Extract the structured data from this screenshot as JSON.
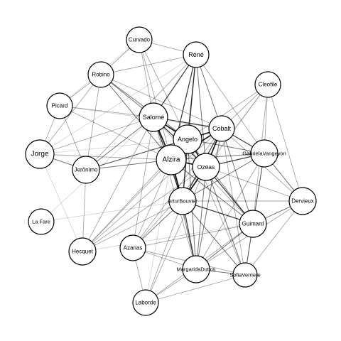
{
  "graph": {
    "type": "network",
    "edge_color": "#000000",
    "node_fill": "#ffffff",
    "node_stroke": "#000000",
    "nodes": [
      {
        "id": "Curvado",
        "label": "Curvado"
      },
      {
        "id": "Rene",
        "label": "René"
      },
      {
        "id": "Robino",
        "label": "Robino"
      },
      {
        "id": "Cleofile",
        "label": "Cleofile"
      },
      {
        "id": "Picard",
        "label": "Picard"
      },
      {
        "id": "Salome",
        "label": "Salomé"
      },
      {
        "id": "Cobalt",
        "label": "Cobalt"
      },
      {
        "id": "Angelo",
        "label": "Angelo"
      },
      {
        "id": "GabrielaVangeyon",
        "label": "GabrielaVangeyon"
      },
      {
        "id": "Jorge",
        "label": "Jorge"
      },
      {
        "id": "Alzira",
        "label": "Alzira"
      },
      {
        "id": "Jeronimo",
        "label": "Jerônimo"
      },
      {
        "id": "Ozeas",
        "label": "Ozéas"
      },
      {
        "id": "ArturBouvier",
        "label": "ArturBouvier"
      },
      {
        "id": "Dervieux",
        "label": "Dervieux"
      },
      {
        "id": "LaFare",
        "label": "La Fare"
      },
      {
        "id": "Guimard",
        "label": "Guimard"
      },
      {
        "id": "Hecquet",
        "label": "Hecquet"
      },
      {
        "id": "Azarias",
        "label": "Azarias"
      },
      {
        "id": "MargaridaDutlos",
        "label": "MargaridaDutlos"
      },
      {
        "id": "SofiaVerriere",
        "label": "SofiaVerriere"
      },
      {
        "id": "Laborde",
        "label": "Laborde"
      }
    ],
    "edges": [
      [
        "Alzira",
        "Angelo",
        5
      ],
      [
        "Alzira",
        "Cobalt",
        5
      ],
      [
        "Alzira",
        "Ozeas",
        5
      ],
      [
        "Alzira",
        "Salome",
        5
      ],
      [
        "Alzira",
        "ArturBouvier",
        5
      ],
      [
        "Angelo",
        "Cobalt",
        5
      ],
      [
        "Angelo",
        "Ozeas",
        5
      ],
      [
        "Angelo",
        "Salome",
        5
      ],
      [
        "Angelo",
        "ArturBouvier",
        4
      ],
      [
        "Cobalt",
        "Ozeas",
        5
      ],
      [
        "Ozeas",
        "ArturBouvier",
        5
      ],
      [
        "Ozeas",
        "GabrielaVangeyon",
        4
      ],
      [
        "Cobalt",
        "GabrielaVangeyon",
        4
      ],
      [
        "Alzira",
        "GabrielaVangeyon",
        3
      ],
      [
        "Salome",
        "Cobalt",
        4
      ],
      [
        "Salome",
        "Ozeas",
        4
      ],
      [
        "Salome",
        "ArturBouvier",
        4
      ],
      [
        "Rene",
        "Salome",
        4
      ],
      [
        "Rene",
        "Angelo",
        4
      ],
      [
        "Rene",
        "Alzira",
        4
      ],
      [
        "Rene",
        "Ozeas",
        3
      ],
      [
        "Rene",
        "Cobalt",
        3
      ],
      [
        "Robino",
        "Salome",
        3
      ],
      [
        "Robino",
        "Alzira",
        3
      ],
      [
        "Robino",
        "Angelo",
        3
      ],
      [
        "Robino",
        "Rene",
        2
      ],
      [
        "Robino",
        "Curvado",
        2
      ],
      [
        "Curvado",
        "Rene",
        2
      ],
      [
        "Curvado",
        "Salome",
        2
      ],
      [
        "Curvado",
        "Alzira",
        2
      ],
      [
        "Curvado",
        "Picard",
        1
      ],
      [
        "Picard",
        "Robino",
        2
      ],
      [
        "Picard",
        "Salome",
        2
      ],
      [
        "Picard",
        "Jeronimo",
        2
      ],
      [
        "Picard",
        "Alzira",
        2
      ],
      [
        "Jorge",
        "Picard",
        2
      ],
      [
        "Jorge",
        "Jeronimo",
        3
      ],
      [
        "Jorge",
        "Robino",
        2
      ],
      [
        "Jorge",
        "Salome",
        2
      ],
      [
        "Jorge",
        "Alzira",
        2
      ],
      [
        "Jorge",
        "Hecquet",
        1
      ],
      [
        "Jeronimo",
        "Salome",
        3
      ],
      [
        "Jeronimo",
        "Alzira",
        3
      ],
      [
        "Jeronimo",
        "Robino",
        2
      ],
      [
        "Jeronimo",
        "Angelo",
        3
      ],
      [
        "Jeronimo",
        "Hecquet",
        2
      ],
      [
        "Jeronimo",
        "Rene",
        2
      ],
      [
        "Jeronimo",
        "Cobalt",
        2
      ],
      [
        "Cleofile",
        "Cobalt",
        2
      ],
      [
        "Cleofile",
        "GabrielaVangeyon",
        2
      ],
      [
        "Cleofile",
        "Dervieux",
        2
      ],
      [
        "Cleofile",
        "Ozeas",
        2
      ],
      [
        "Cleofile",
        "Guimard",
        2
      ],
      [
        "Cleofile",
        "Angelo",
        2
      ],
      [
        "Cleofile",
        "ArturBouvier",
        1
      ],
      [
        "GabrielaVangeyon",
        "Dervieux",
        3
      ],
      [
        "GabrielaVangeyon",
        "Guimard",
        3
      ],
      [
        "GabrielaVangeyon",
        "ArturBouvier",
        3
      ],
      [
        "GabrielaVangeyon",
        "Angelo",
        3
      ],
      [
        "GabrielaVangeyon",
        "SofiaVerriere",
        2
      ],
      [
        "GabrielaVangeyon",
        "MargaridaDutlos",
        2
      ],
      [
        "Dervieux",
        "Guimard",
        3
      ],
      [
        "Dervieux",
        "Cobalt",
        2
      ],
      [
        "Dervieux",
        "Ozeas",
        2
      ],
      [
        "Dervieux",
        "ArturBouvier",
        2
      ],
      [
        "Dervieux",
        "SofiaVerriere",
        2
      ],
      [
        "Dervieux",
        "MargaridaDutlos",
        2
      ],
      [
        "Guimard",
        "Ozeas",
        4
      ],
      [
        "Guimard",
        "ArturBouvier",
        4
      ],
      [
        "Guimard",
        "Alzira",
        3
      ],
      [
        "Guimard",
        "Angelo",
        3
      ],
      [
        "Guimard",
        "Cobalt",
        3
      ],
      [
        "Guimard",
        "SofiaVerriere",
        3
      ],
      [
        "Guimard",
        "MargaridaDutlos",
        3
      ],
      [
        "Guimard",
        "Azarias",
        2
      ],
      [
        "ArturBouvier",
        "MargaridaDutlos",
        4
      ],
      [
        "ArturBouvier",
        "SofiaVerriere",
        3
      ],
      [
        "ArturBouvier",
        "Azarias",
        3
      ],
      [
        "ArturBouvier",
        "Laborde",
        2
      ],
      [
        "ArturBouvier",
        "Hecquet",
        2
      ],
      [
        "Ozeas",
        "MargaridaDutlos",
        3
      ],
      [
        "Ozeas",
        "SofiaVerriere",
        3
      ],
      [
        "Alzira",
        "MargaridaDutlos",
        3
      ],
      [
        "Alzira",
        "Azarias",
        2
      ],
      [
        "Alzira",
        "Hecquet",
        2
      ],
      [
        "Cobalt",
        "MargaridaDutlos",
        3
      ],
      [
        "Cobalt",
        "SofiaVerriere",
        2
      ],
      [
        "Angelo",
        "MargaridaDutlos",
        3
      ],
      [
        "Salome",
        "MargaridaDutlos",
        2
      ],
      [
        "Salome",
        "Azarias",
        2
      ],
      [
        "Salome",
        "Hecquet",
        2
      ],
      [
        "Azarias",
        "MargaridaDutlos",
        2
      ],
      [
        "Azarias",
        "Laborde",
        2
      ],
      [
        "Azarias",
        "SofiaVerriere",
        2
      ],
      [
        "MargaridaDutlos",
        "SofiaVerriere",
        3
      ],
      [
        "MargaridaDutlos",
        "Laborde",
        2
      ],
      [
        "Laborde",
        "SofiaVerriere",
        2
      ],
      [
        "Laborde",
        "Guimard",
        2
      ],
      [
        "Laborde",
        "Ozeas",
        2
      ],
      [
        "Hecquet",
        "Cobalt",
        2
      ],
      [
        "Hecquet",
        "Ozeas",
        2
      ],
      [
        "Hecquet",
        "Angelo",
        2
      ],
      [
        "LaFare",
        "Salome",
        1
      ],
      [
        "LaFare",
        "ArturBouvier",
        1
      ],
      [
        "Rene",
        "GabrielaVangeyon",
        2
      ],
      [
        "Rene",
        "ArturBouvier",
        3
      ],
      [
        "Rene",
        "Jorge",
        1
      ],
      [
        "Cobalt",
        "ArturBouvier",
        4
      ],
      [
        "Angelo",
        "SofiaVerriere",
        2
      ],
      [
        "Salome",
        "Guimard",
        2
      ],
      [
        "Robino",
        "Cobalt",
        2
      ],
      [
        "Picard",
        "Cobalt",
        1
      ],
      [
        "Curvado",
        "Angelo",
        2
      ],
      [
        "Jorge",
        "Angelo",
        1
      ],
      [
        "Azarias",
        "Cobalt",
        2
      ],
      [
        "Azarias",
        "Ozeas",
        2
      ],
      [
        "Laborde",
        "Alzira",
        1
      ],
      [
        "Hecquet",
        "Guimard",
        1
      ]
    ]
  }
}
